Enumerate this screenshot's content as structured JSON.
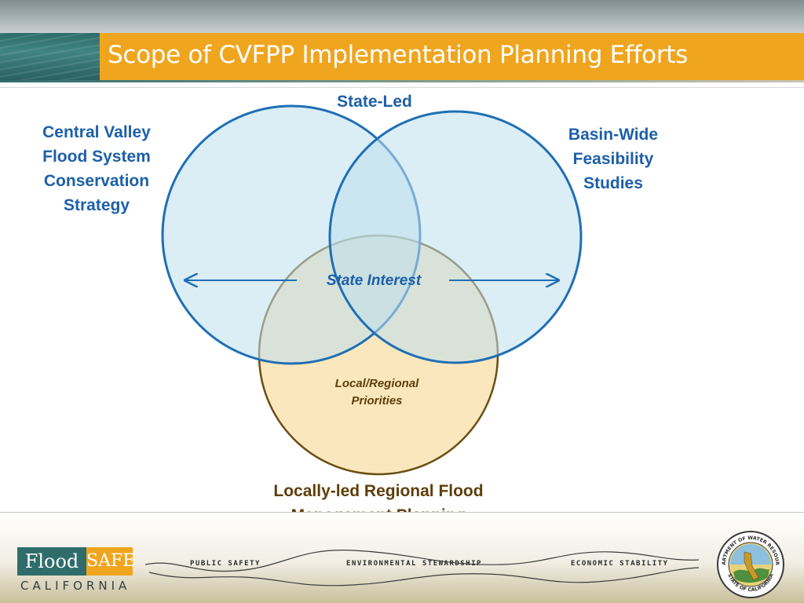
{
  "title": "Scope of CVFPP Implementation Planning Efforts",
  "diagram": {
    "top_label": "State-Led",
    "left_label": "Central Valley\nFlood System\nConservation\nStrategy",
    "right_label": "Basin-Wide\nFeasibility\nStudies",
    "center_label": "State Interest",
    "inner_bottom_label": "Local/Regional\nPriorities",
    "bottom_label": "Locally-led Regional Flood\nManagement Planning",
    "colors": {
      "blue_circle_stroke": "#1f6fb5",
      "blue_circle_fill": "#d6ebf4",
      "tan_circle_stroke": "#6b4e12",
      "tan_circle_fill": "#fbe7be",
      "arrow": "#1f6fb5"
    }
  },
  "footer": {
    "logo_flood": "Flood",
    "logo_safe": "SAFE",
    "logo_california": "CALIFORNIA",
    "words": [
      "PUBLIC SAFETY",
      "ENVIRONMENTAL STEWARDSHIP",
      "ECONOMIC STABILITY"
    ],
    "seal_text_top": "DEPARTMENT OF WATER RESOURCES",
    "seal_text_bottom": "STATE OF CALIFORNIA"
  }
}
